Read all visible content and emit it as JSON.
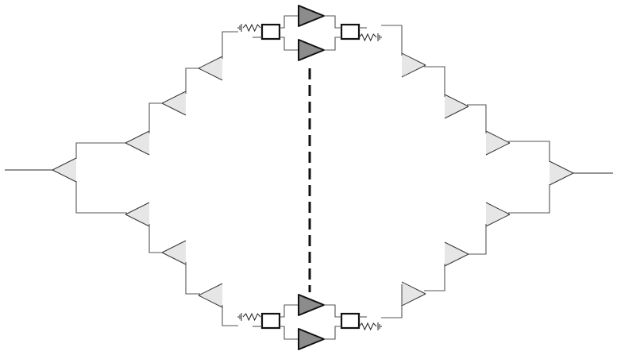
{
  "diagram": {
    "style": {
      "wire_color": "#555555",
      "splitter_fill": "#e6e6e6",
      "splitter_edge": "#333333",
      "amp_fill": "#8c8c8c",
      "amp_stroke": "#111111",
      "box_stroke": "#111111",
      "dash_color": "#111111"
    },
    "components": {
      "input_port": "input-line",
      "output_port": "output-line",
      "splitter_tree": "corporate-feed-divider",
      "combiner_tree": "corporate-feed-combiner",
      "amplifier_stage": "balanced-amplifier-pair",
      "continuation": "dashed-continuation-line"
    }
  }
}
